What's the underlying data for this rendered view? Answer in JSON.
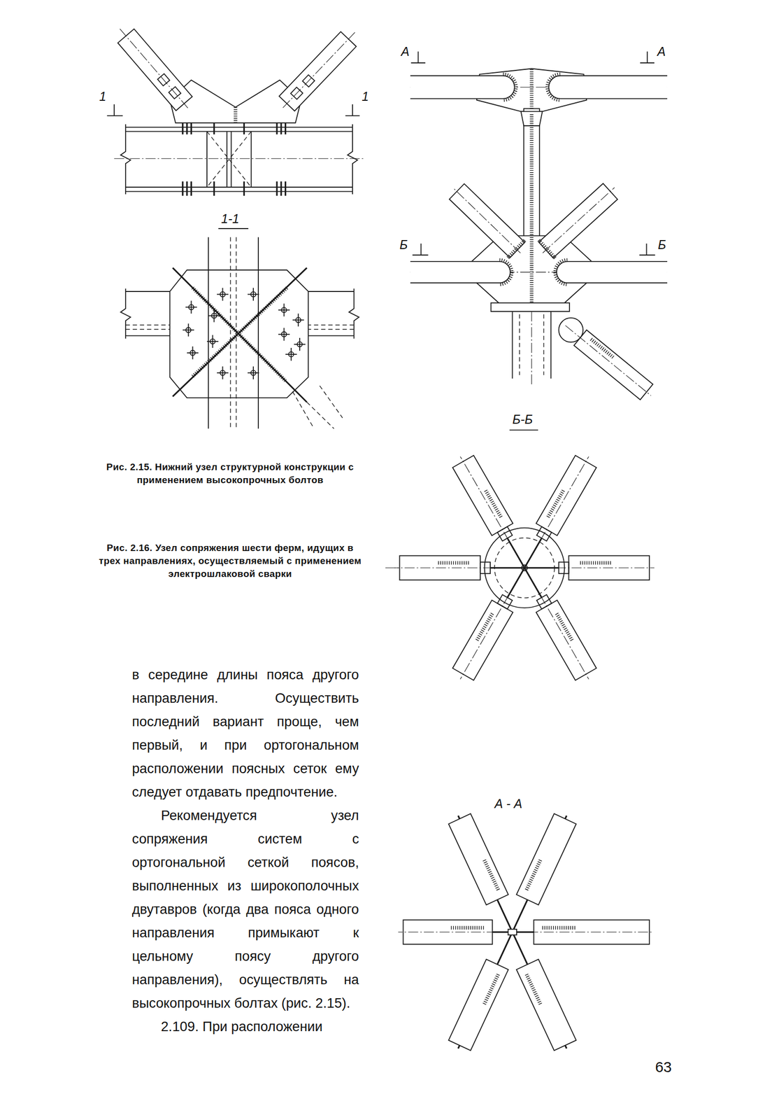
{
  "diagram": {
    "labels": [
      "1",
      "1",
      "1-1",
      "Рис. 2.15. Нижний узел структурной конструкции с применением высокопрочных болтов",
      "Рис. 2.16. Узел сопряжения шести ферм, идущих в трех направлениях, осуществляемый с применением электрошлаковой сварки",
      "в середине длины пояса другого направления. Осуществить последний вариант проще, чем первый, и при ортогональном расположении поясных сеток ему следует отдавать предпочтение.",
      "Рекомендуется узел сопряжения систем с ортогональной сеткой поясов, выполненных из широкополочных двутавров (когда два пояса одного направления примыкают к цельному поясу другого направления), осуществлять на высокопрочных болтах (рис. 2.15).",
      "2.109. При расположении",
      "А",
      "А",
      "Б",
      "Б",
      "Б-Б",
      "А - А",
      "63"
    ]
  }
}
